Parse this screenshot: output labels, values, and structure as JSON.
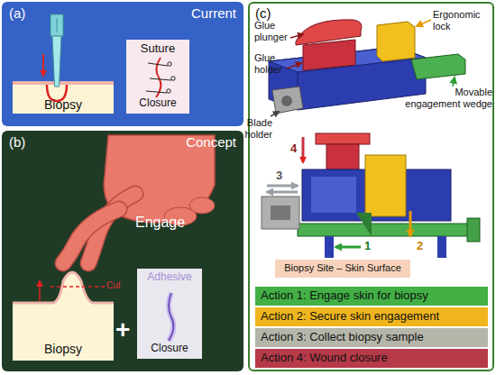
{
  "diagram": {
    "nodes": [
      {
        "text": [
          "(a)",
          "Current"
        ]
      },
      {
        "text": [
          "Biopsy"
        ],
        "in": 0
      },
      {
        "text": [
          "Suture",
          "Closure"
        ],
        "in": 0
      },
      {
        "text": [
          "(b)",
          "Concept"
        ]
      },
      {
        "text": [
          "Biopsy"
        ],
        "in": 3
      },
      {
        "text": [
          "Adhesive",
          "Closure"
        ],
        "in": 3
      },
      {
        "text": [
          "(c)"
        ]
      },
      {
        "text": [
          "Biopsy Site – Skin Surface"
        ],
        "in": 6
      },
      {
        "text": [
          "Action 1: Engage skin for biopsy"
        ],
        "in": 6
      },
      {
        "text": [
          "Action 2: Secure skin engagement"
        ],
        "in": 6
      },
      {
        "text": [
          "Action 3: Collect biopsy sample"
        ],
        "in": 6
      },
      {
        "text": [
          "Action 4: Wound closure"
        ],
        "in": 6
      }
    ],
    "labels": [
      "Engage",
      "Cut",
      "+",
      "Glue plunger",
      "Glue holder",
      "Ergonomic lock",
      "Movable engagement wedge",
      "Blade holder",
      "4",
      "3",
      "1",
      "2"
    ]
  }
}
